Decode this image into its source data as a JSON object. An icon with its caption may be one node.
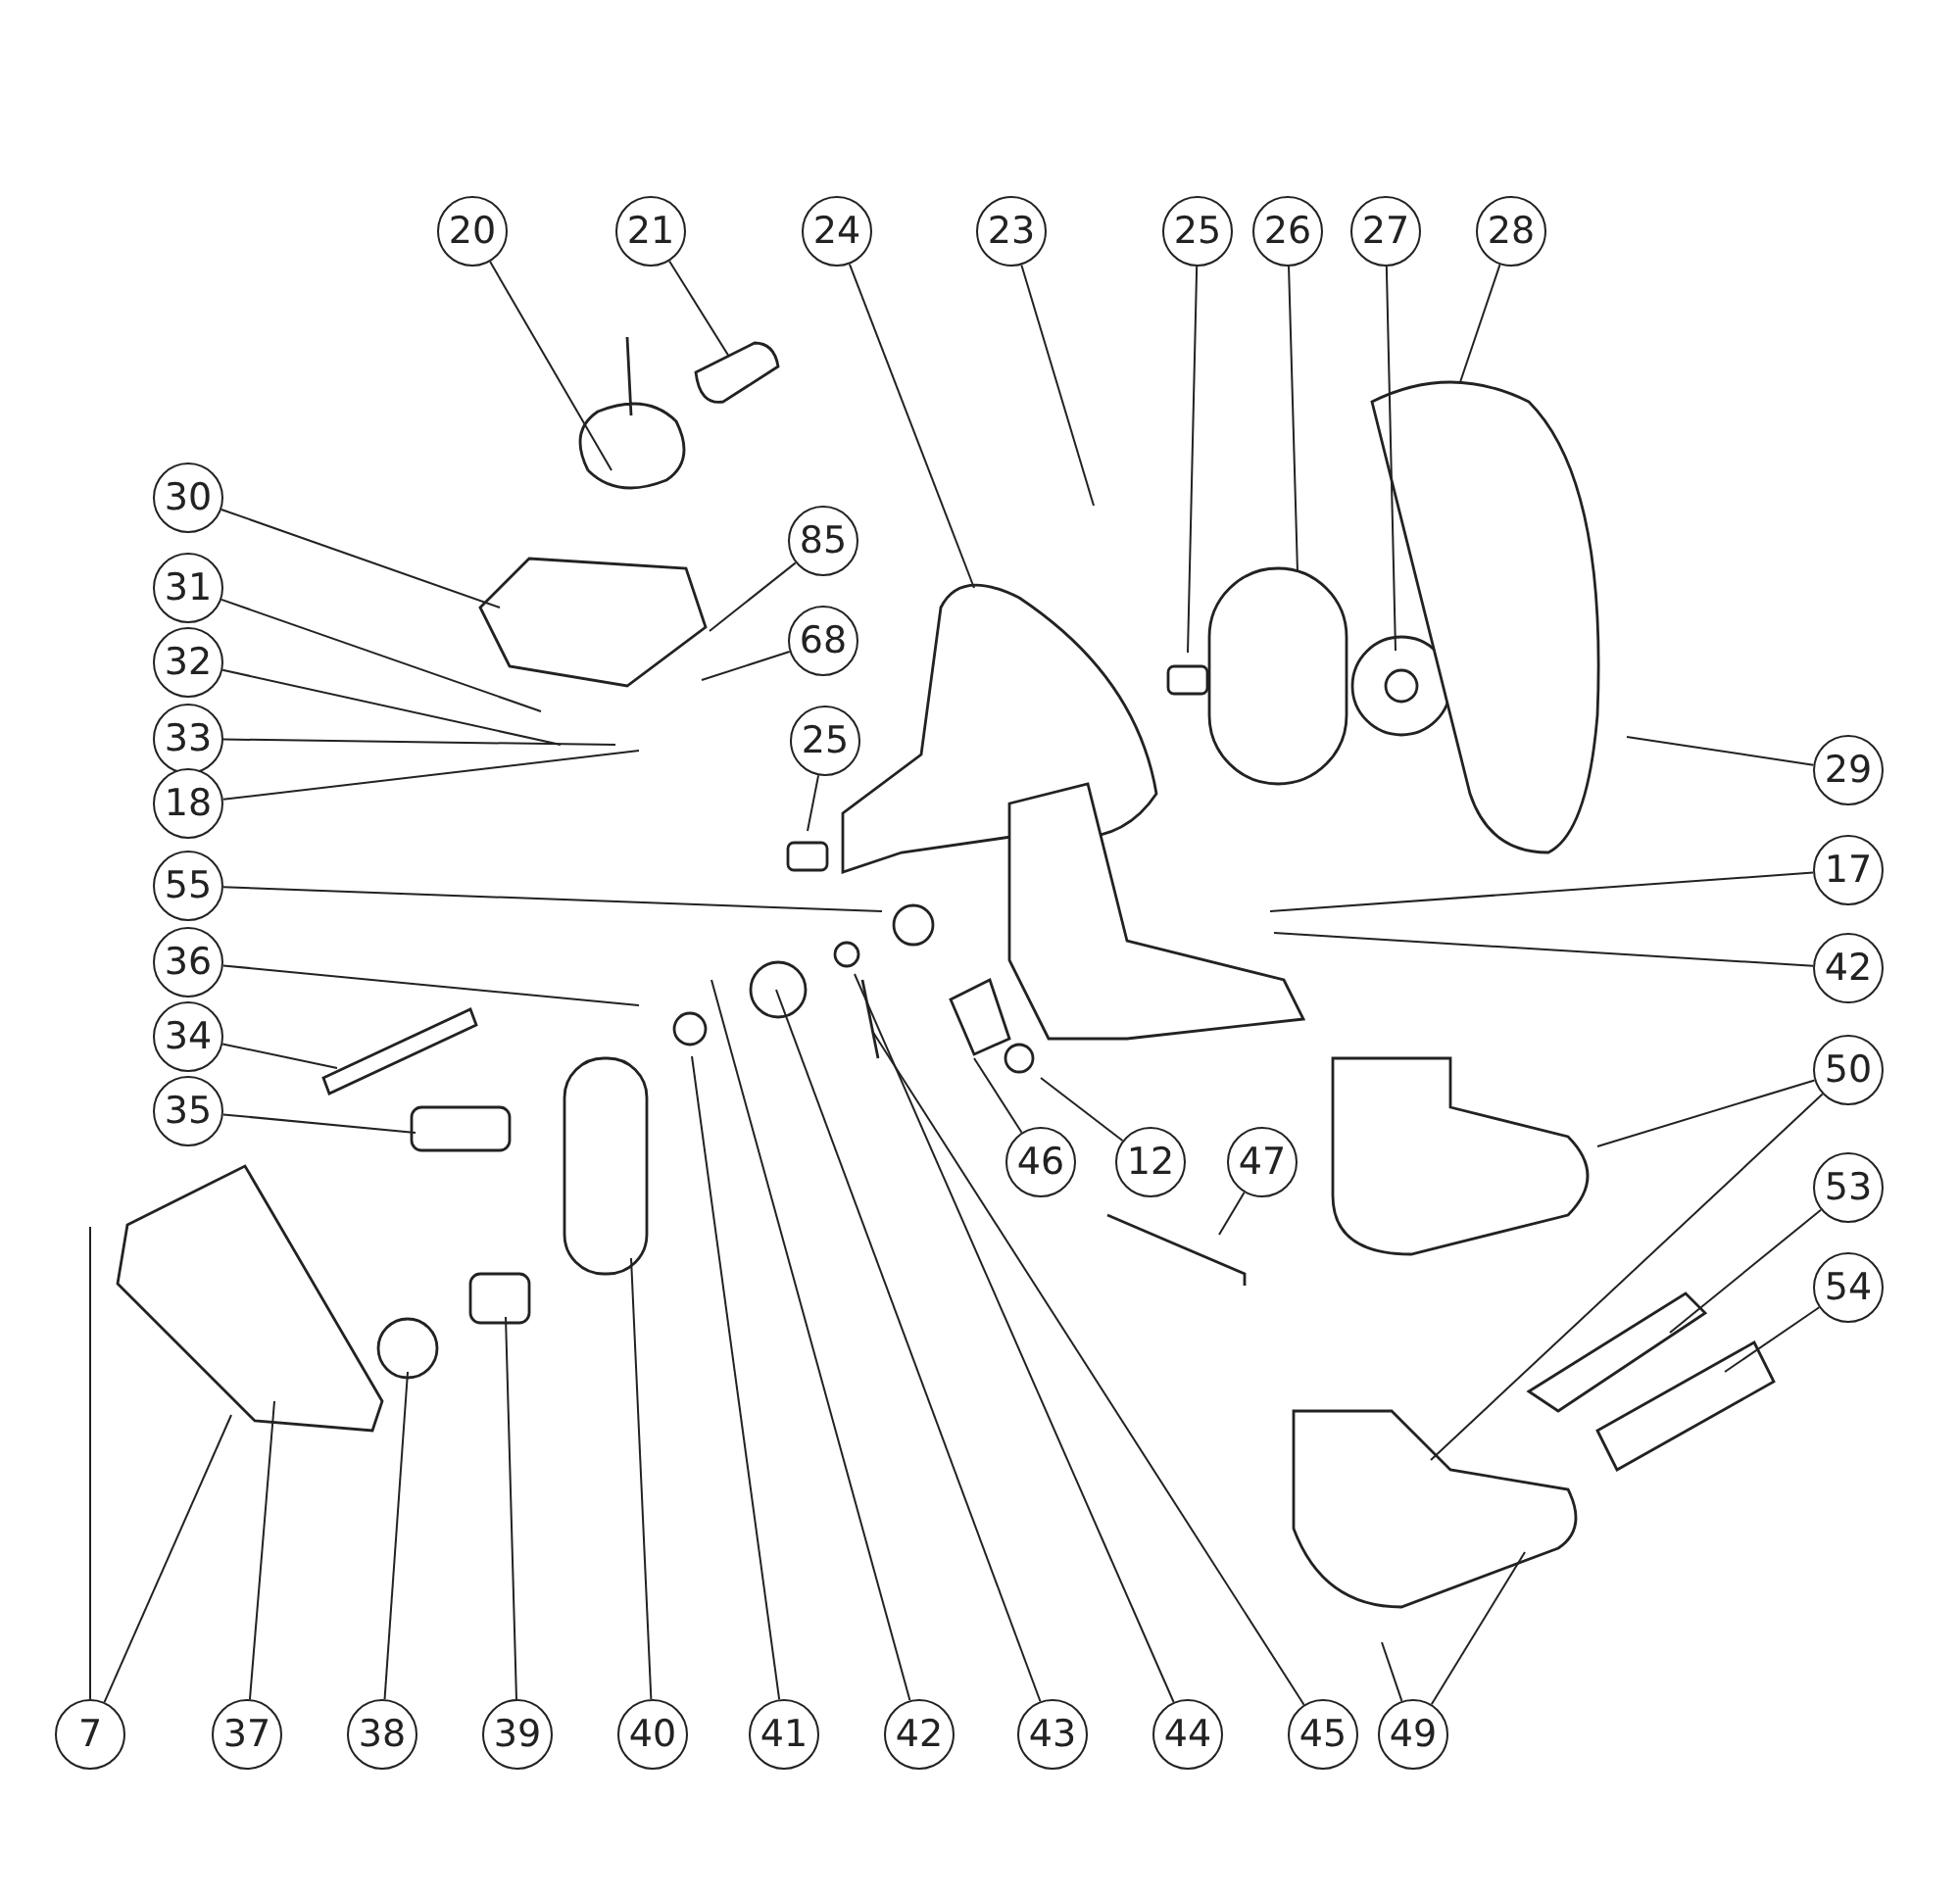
{
  "diagram": {
    "nodes": [
      {
        "text": [
          "20"
        ]
      },
      {
        "text": [
          "21"
        ]
      },
      {
        "text": [
          "24"
        ]
      },
      {
        "text": [
          "23"
        ]
      },
      {
        "text": [
          "25"
        ]
      },
      {
        "text": [
          "26"
        ]
      },
      {
        "text": [
          "27"
        ]
      },
      {
        "text": [
          "28"
        ]
      },
      {
        "text": [
          "30"
        ]
      },
      {
        "text": [
          "85"
        ]
      },
      {
        "text": [
          "31"
        ]
      },
      {
        "text": [
          "68"
        ]
      },
      {
        "text": [
          "32"
        ]
      },
      {
        "text": [
          "25"
        ]
      },
      {
        "text": [
          "33"
        ]
      },
      {
        "text": [
          "29"
        ]
      },
      {
        "text": [
          "18"
        ]
      },
      {
        "text": [
          "17"
        ]
      },
      {
        "text": [
          "55"
        ]
      },
      {
        "text": [
          "42"
        ]
      },
      {
        "text": [
          "36"
        ]
      },
      {
        "text": [
          "50"
        ]
      },
      {
        "text": [
          "34"
        ]
      },
      {
        "text": [
          "35"
        ]
      },
      {
        "text": [
          "46"
        ]
      },
      {
        "text": [
          "12"
        ]
      },
      {
        "text": [
          "47"
        ]
      },
      {
        "text": [
          "53"
        ]
      },
      {
        "text": [
          "54"
        ]
      },
      {
        "text": [
          "7"
        ]
      },
      {
        "text": [
          "37"
        ]
      },
      {
        "text": [
          "38"
        ]
      },
      {
        "text": [
          "39"
        ]
      },
      {
        "text": [
          "40"
        ]
      },
      {
        "text": [
          "41"
        ]
      },
      {
        "text": [
          "42"
        ]
      },
      {
        "text": [
          "43"
        ]
      },
      {
        "text": [
          "44"
        ]
      },
      {
        "text": [
          "45"
        ]
      },
      {
        "text": [
          "49"
        ]
      }
    ],
    "edges": [
      {
        "from": 0,
        "to": null,
        "arrow": "none"
      },
      {
        "from": 1,
        "to": null,
        "arrow": "none"
      },
      {
        "from": 2,
        "to": null,
        "arrow": "none"
      },
      {
        "from": 3,
        "to": null,
        "arrow": "none"
      },
      {
        "from": 4,
        "to": null,
        "arrow": "none"
      },
      {
        "from": 5,
        "to": null,
        "arrow": "none"
      },
      {
        "from": 6,
        "to": null,
        "arrow": "none"
      },
      {
        "from": 7,
        "to": null,
        "arrow": "none"
      },
      {
        "from": 8,
        "to": null,
        "arrow": "none"
      },
      {
        "from": 9,
        "to": null,
        "arrow": "none"
      },
      {
        "from": 10,
        "to": null,
        "arrow": "none"
      },
      {
        "from": 11,
        "to": null,
        "arrow": "none"
      },
      {
        "from": 12,
        "to": null,
        "arrow": "none"
      },
      {
        "from": 13,
        "to": null,
        "arrow": "none"
      },
      {
        "from": 14,
        "to": null,
        "arrow": "none"
      },
      {
        "from": 15,
        "to": null,
        "arrow": "none"
      },
      {
        "from": 16,
        "to": null,
        "arrow": "none"
      },
      {
        "from": 17,
        "to": null,
        "arrow": "none"
      },
      {
        "from": 18,
        "to": null,
        "arrow": "none"
      },
      {
        "from": 19,
        "to": null,
        "arrow": "none"
      },
      {
        "from": 20,
        "to": null,
        "arrow": "none"
      },
      {
        "from": 21,
        "to": null,
        "arrow": "none"
      },
      {
        "from": 21,
        "to": null,
        "arrow": "none"
      },
      {
        "from": 22,
        "to": null,
        "arrow": "none"
      },
      {
        "from": 23,
        "to": null,
        "arrow": "none"
      },
      {
        "from": 24,
        "to": null,
        "arrow": "none"
      },
      {
        "from": 25,
        "to": null,
        "arrow": "none"
      },
      {
        "from": 26,
        "to": null,
        "arrow": "none"
      },
      {
        "from": 27,
        "to": null,
        "arrow": "none"
      },
      {
        "from": 28,
        "to": null,
        "arrow": "none"
      },
      {
        "from": 29,
        "to": null,
        "arrow": "none"
      },
      {
        "from": 29,
        "to": null,
        "arrow": "none"
      },
      {
        "from": 30,
        "to": null,
        "arrow": "none"
      },
      {
        "from": 31,
        "to": null,
        "arrow": "none"
      },
      {
        "from": 32,
        "to": null,
        "arrow": "none"
      },
      {
        "from": 33,
        "to": null,
        "arrow": "none"
      },
      {
        "from": 34,
        "to": null,
        "arrow": "none"
      },
      {
        "from": 35,
        "to": null,
        "arrow": "none"
      },
      {
        "from": 36,
        "to": null,
        "arrow": "none"
      },
      {
        "from": 37,
        "to": null,
        "arrow": "none"
      },
      {
        "from": 38,
        "to": null,
        "arrow": "none"
      },
      {
        "from": 39,
        "to": null,
        "arrow": "none"
      },
      {
        "from": 39,
        "to": null,
        "arrow": "none"
      }
    ]
  }
}
